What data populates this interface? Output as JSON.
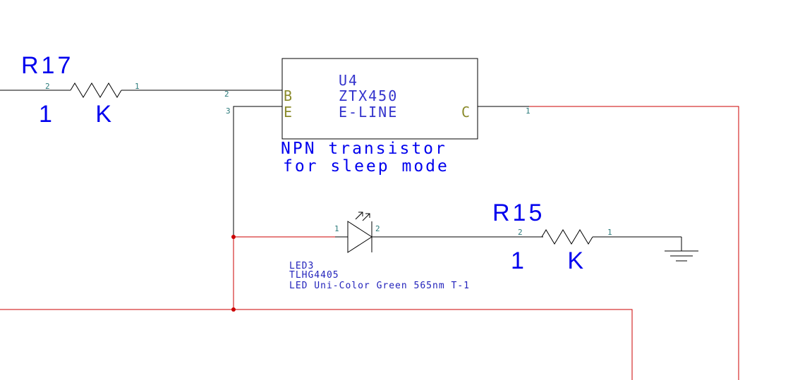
{
  "r17": {
    "ref": "R17",
    "value": "1 K",
    "pin_left": "2",
    "pin_right": "1"
  },
  "u4": {
    "ref": "U4",
    "part": "ZTX450",
    "package": "E-LINE",
    "pin_b_label": "B",
    "pin_e_label": "E",
    "pin_c_label": "C",
    "pin_b_num": "2",
    "pin_e_num": "3",
    "pin_c_num": "1",
    "note_line1": "NPN transistor",
    "note_line2": "for sleep mode"
  },
  "led3": {
    "ref": "LED3",
    "part": "TLHG4405",
    "description": "LED Uni-Color Green 565nm T-1",
    "pin_anode": "1",
    "pin_cathode": "2"
  },
  "r15": {
    "ref": "R15",
    "value": "1 K",
    "pin_left": "2",
    "pin_right": "1"
  },
  "colors": {
    "wire": "#000000",
    "net_red": "#cc0000",
    "text_blue": "#0000ee",
    "pin_number": "#2a7a7a",
    "pin_label": "#8a8a2a"
  }
}
